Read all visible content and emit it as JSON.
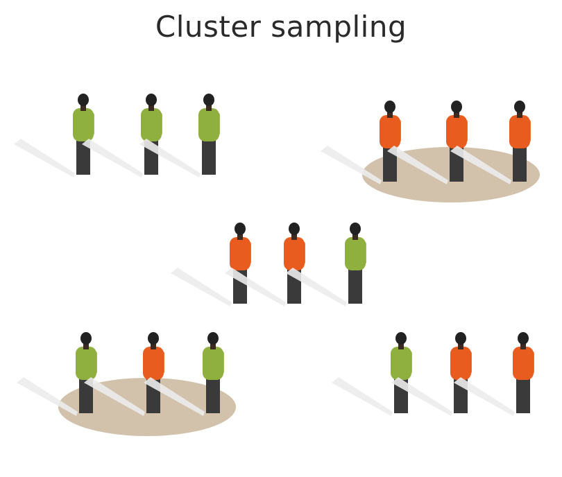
{
  "title": "Cluster sampling",
  "colors": {
    "green": "#8faf3e",
    "orange": "#e85d1f",
    "legs": "#3a3a3a",
    "head": "#222222",
    "selection_ellipse": "#d2c2ac",
    "shadow": "#ececec"
  },
  "clusters": [
    {
      "name": "cluster-top-left",
      "selected": false,
      "people": [
        "green",
        "green",
        "green"
      ]
    },
    {
      "name": "cluster-top-right",
      "selected": true,
      "people": [
        "orange",
        "orange",
        "orange"
      ]
    },
    {
      "name": "cluster-center",
      "selected": false,
      "people": [
        "orange",
        "orange",
        "green"
      ]
    },
    {
      "name": "cluster-bottom-left",
      "selected": true,
      "people": [
        "green",
        "orange",
        "green"
      ]
    },
    {
      "name": "cluster-bottom-right",
      "selected": false,
      "people": [
        "green",
        "orange",
        "orange"
      ]
    }
  ]
}
